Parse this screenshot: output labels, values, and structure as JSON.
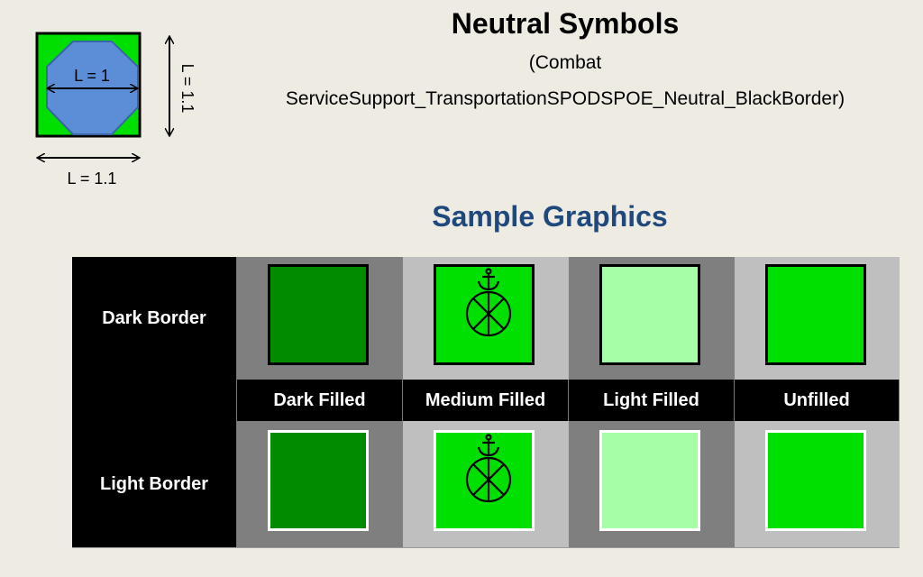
{
  "header": {
    "title": "Neutral Symbols",
    "subtitle_line1": "(Combat",
    "subtitle_line2": "ServiceSupport_TransportationSPODSPOE_Neutral_BlackBorder)"
  },
  "legend": {
    "inner_label": "L = 1",
    "height_label": "L = 1.1",
    "width_label": "L = 1.1",
    "colors": {
      "square_fill": "#00e000",
      "octagon_fill": "#5b8ed6",
      "octagon_stroke": "#3a66a8"
    }
  },
  "sample": {
    "section_title": "Sample Graphics",
    "row_labels": {
      "dark_border": "Dark Border",
      "light_border": "Light Border"
    },
    "columns": [
      "Dark Filled",
      "Medium Filled",
      "Light Filled",
      "Unfilled"
    ],
    "symbol_icon": "anchor-circle-cross-icon",
    "colors": {
      "dark_filled": "#008c00",
      "medium_filled": "#00e000",
      "light_filled": "#a6ffa6",
      "unfilled": "#00e000",
      "dark_border": "#000000",
      "light_border": "#ffffff",
      "cell_dark": "#7f7f7f",
      "cell_light": "#bfbfbf",
      "header_bg": "#000000"
    }
  }
}
